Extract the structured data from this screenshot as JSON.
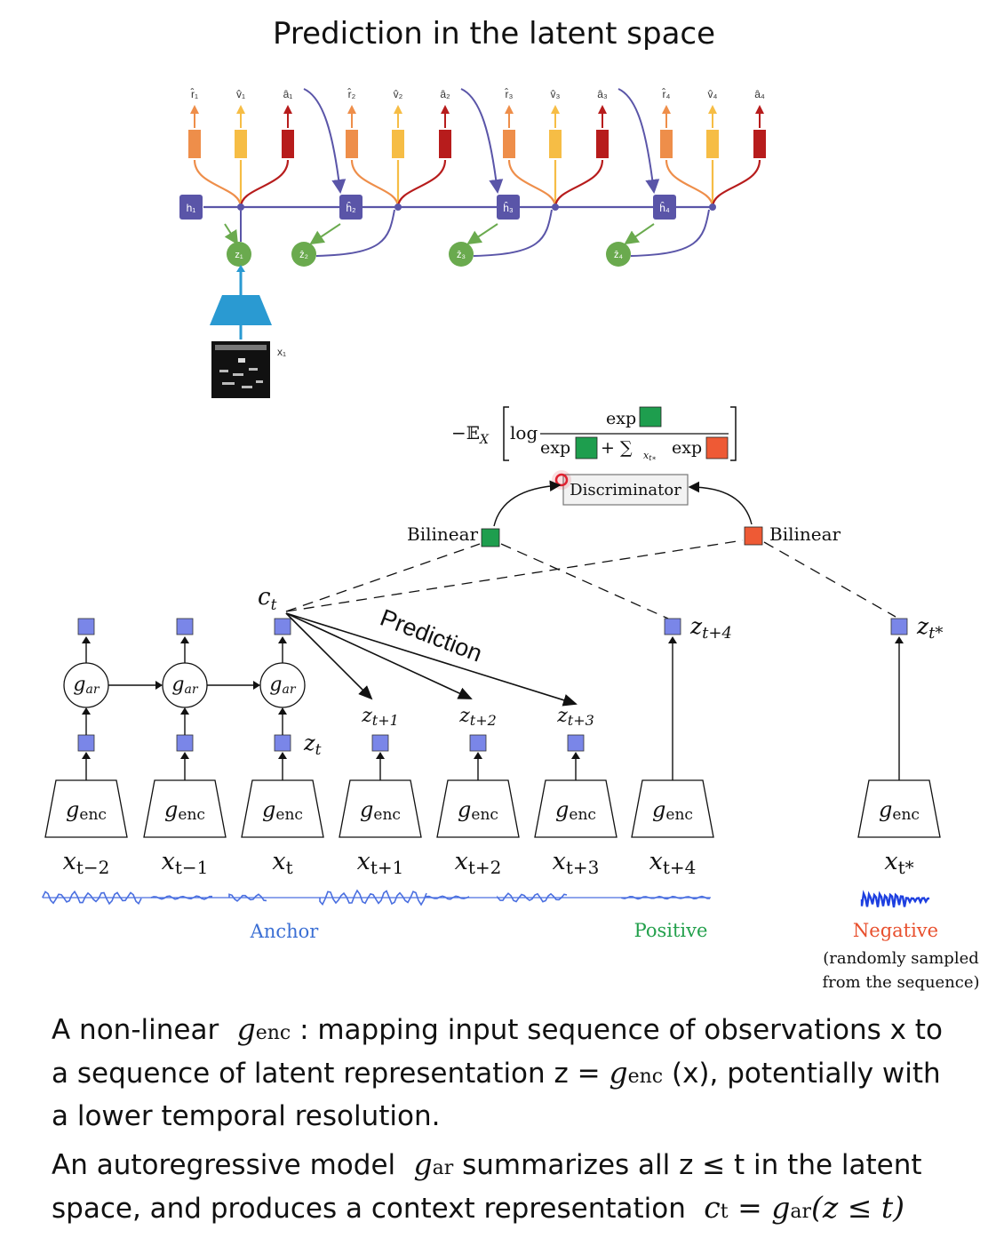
{
  "title": "Prediction in the latent space",
  "top_diagram": {
    "steps": [
      {
        "r": "r̂₁",
        "v": "v̂₁",
        "a": "â₁",
        "h": "h₁",
        "z": "z₁"
      },
      {
        "r": "r̂₂",
        "v": "v̂₂",
        "a": "â₂",
        "h": "ĥ₂",
        "z": "ẑ₂"
      },
      {
        "r": "r̂₃",
        "v": "v̂₃",
        "a": "â₃",
        "h": "ĥ₃",
        "z": "ẑ₃"
      },
      {
        "r": "r̂₄",
        "v": "v̂₄",
        "a": "â₄",
        "h": "ĥ₄",
        "z": "ẑ₄"
      }
    ],
    "input_label": "x₁",
    "colors": {
      "r": "#ee8e4a",
      "v": "#f6bd45",
      "a": "#b71c1c",
      "h": "#5a55a8",
      "z": "#6aaa4e",
      "encoder": "#2a9ad2"
    }
  },
  "loss": {
    "prefix": "−𝔼",
    "prefix_sub": "X",
    "log": "log",
    "exp": "exp",
    "plus_sum": "+ ∑",
    "sum_sub": "x",
    "exp2": "exp"
  },
  "discriminator": "Discriminator",
  "bilinear_left": "Bilinear",
  "bilinear_right": "Bilinear",
  "context_label": "c",
  "context_sub": "t",
  "prediction_label": "Prediction",
  "z_labels": {
    "zt": "z",
    "zt_sub": "t",
    "z1": "t+1",
    "z2": "t+2",
    "z3": "t+3",
    "z4": "t+4",
    "zstar": "t*"
  },
  "gar_label": "g",
  "gar_sub": "ar",
  "genc_label": "g",
  "genc_sub": "enc",
  "x_labels": [
    {
      "base": "x",
      "sub": "t−2"
    },
    {
      "base": "x",
      "sub": "t−1"
    },
    {
      "base": "x",
      "sub": "t"
    },
    {
      "base": "x",
      "sub": "t+1"
    },
    {
      "base": "x",
      "sub": "t+2"
    },
    {
      "base": "x",
      "sub": "t+3"
    },
    {
      "base": "x",
      "sub": "t+4"
    },
    {
      "base": "x",
      "sub": "t*"
    }
  ],
  "anchor_label": "Anchor",
  "positive_label": "Positive",
  "negative_label": "Negative",
  "negative_note_1": "(randomly sampled",
  "negative_note_2": "from the sequence)",
  "colors": {
    "positive": "#1e9e4e",
    "negative": "#ee5a35",
    "anchor": "#3b6fd4",
    "positive_text": "#23a04c",
    "negative_text": "#e8502e",
    "node": "#7a86e8"
  },
  "para1": {
    "a": "A non-linear",
    "g": "g",
    "g_sub": "enc",
    "b": ": mapping input sequence of observations x to",
    "c": "a sequence of latent representation z =",
    "g2": "g",
    "g2_sub": "enc",
    "d": "(x), potentially with",
    "e": "a lower temporal resolution."
  },
  "para2": {
    "a": "An autoregressive model",
    "g": "g",
    "g_sub": "ar",
    "b": "summarizes all z ≤ t in the latent",
    "c": "space, and produces a context representation",
    "formula": "c",
    "formula_sub": "t",
    "formula_rest": "= g",
    "formula_sub2": "ar",
    "formula_end": "(z ≤ t)"
  }
}
